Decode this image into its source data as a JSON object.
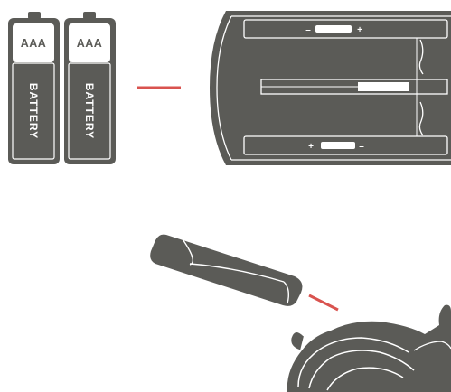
{
  "batteries": [
    {
      "type": "AAA",
      "label": "BATTERY"
    },
    {
      "type": "AAA",
      "label": "BATTERY"
    }
  ],
  "compartment": {
    "top_polarity": {
      "minus": "–",
      "plus": "+"
    },
    "bottom_polarity": {
      "plus": "+",
      "minus": "–"
    }
  },
  "colors": {
    "device_fill": "#5b5b57",
    "outline": "#ffffff",
    "connector_line": "#d9534f",
    "background": "#ffffff"
  },
  "icons": {
    "battery": "aaa-battery-icon",
    "compartment": "battery-compartment-icon",
    "spring": "spring-contact-icon",
    "mouse": "mouse-icon",
    "battery_insert": "battery-insert-icon"
  }
}
